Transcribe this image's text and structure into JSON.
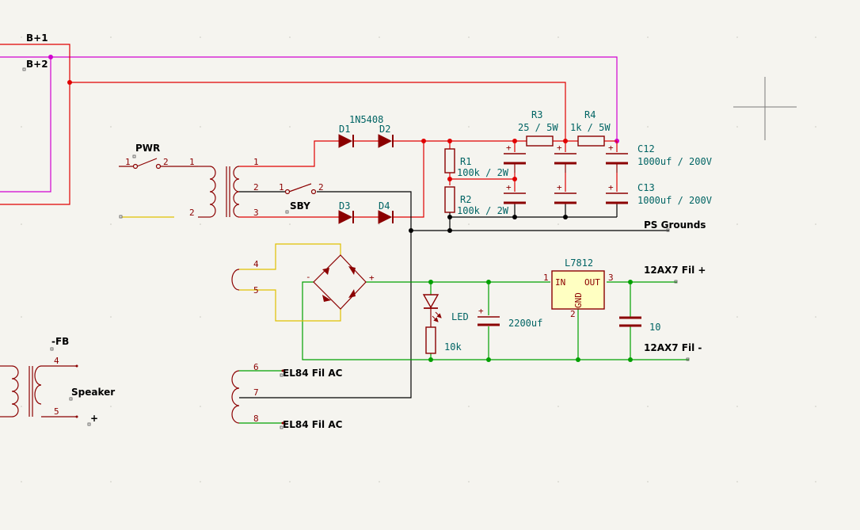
{
  "net_labels": {
    "b1": "B+1",
    "b2": "B+2",
    "pwr": "PWR",
    "sby": "SBY",
    "ps_grounds": "PS Grounds",
    "fil_plus": "12AX7 Fil +",
    "fil_minus": "12AX7 Fil -",
    "el84_a": "EL84 Fil AC",
    "el84_b": "EL84 Fil AC",
    "fb": "-FB",
    "speaker": "Speaker",
    "plus": "+"
  },
  "components": {
    "d1": "D1",
    "d2": "D2",
    "d3": "D3",
    "d4": "D4",
    "diode_value": "1N5408",
    "r1": "R1",
    "r1_val": "100k / 2W",
    "r2": "R2",
    "r2_val": "100k / 2W",
    "r3": "R3",
    "r3_val": "25 / 5W",
    "r4": "R4",
    "r4_val": "1k / 5W",
    "c12": "C12",
    "c12_val": "1000uf / 200V",
    "c13": "C13",
    "c13_val": "1000uf / 200V",
    "reg": "L7812",
    "reg_in": "IN",
    "reg_out": "OUT",
    "reg_gnd": "GND",
    "led": "LED",
    "r_led": "10k",
    "c_filter": "2200uf",
    "c_out": "10"
  },
  "pin_numbers": {
    "pwr_1": "1",
    "pwr_2": "2",
    "t_p1": "1",
    "t_p2": "2",
    "t_s1": "1",
    "t_s2": "2",
    "t_s3": "3",
    "sby_1": "1",
    "sby_2": "2",
    "t_s4": "4",
    "t_s5": "5",
    "t_s6": "6",
    "t_s7": "7",
    "t_s8": "8",
    "reg_1": "1",
    "reg_2": "2",
    "reg_3": "3",
    "ot_4": "4",
    "ot_5": "5",
    "bridge_minus": "-",
    "bridge_plus": "+"
  },
  "colors": {
    "wire_red": "#e00000",
    "wire_magenta": "#d000d0",
    "wire_green": "#00a000",
    "wire_black": "#000000",
    "wire_yellow": "#e0c000",
    "component": "#8b0000",
    "reference": "#006464",
    "background": "#f5f4ef"
  }
}
